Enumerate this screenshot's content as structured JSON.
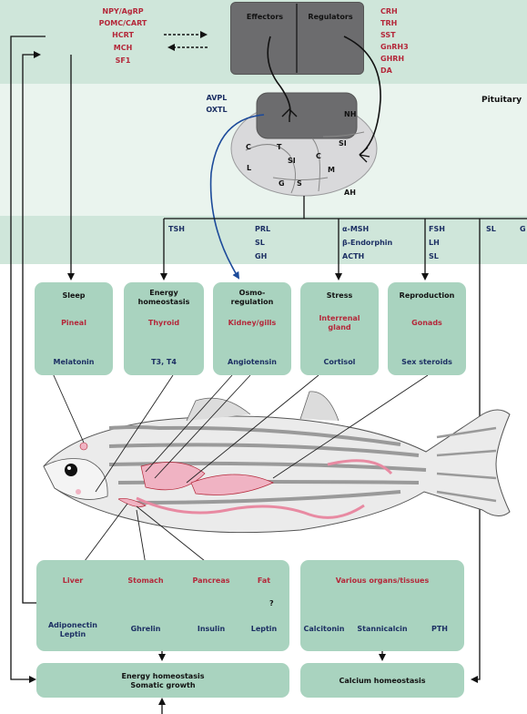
{
  "hypothalamus": {
    "left_factors": [
      "NPY/AgRP",
      "POMC/CART",
      "HCRT",
      "MCH",
      "SF1"
    ],
    "right_factors": [
      "CRH",
      "TRH",
      "SST",
      "GnRH3",
      "GHRH",
      "DA"
    ],
    "effectors_label": "Effectors",
    "regulators_label": "Regulators"
  },
  "pituitary": {
    "title": "Pituitary",
    "neuro_hormones": [
      "AVPL",
      "OXTL"
    ],
    "nh_label": "NH",
    "ah_label": "AH",
    "cell_labels": {
      "C1": "C",
      "T": "T",
      "SI1": "SI",
      "SI2": "SI",
      "C2": "C",
      "L": "L",
      "G": "G",
      "S": "S",
      "M": "M"
    },
    "hormone_groups": {
      "tsh": [
        "TSH"
      ],
      "prl": [
        "PRL",
        "SL",
        "GH"
      ],
      "msh": [
        "α-MSH",
        "β-Endorphin",
        "ACTH"
      ],
      "fsh": [
        "FSH",
        "LH",
        "SL"
      ],
      "sl": [
        "SL"
      ],
      "g_partial": [
        "G"
      ]
    }
  },
  "axes": [
    {
      "title": "Sleep",
      "organ": "Pineal",
      "hormone": "Melatonin"
    },
    {
      "title": "Energy\nhomeostasis",
      "organ": "Thyroid",
      "hormone": "T3, T4"
    },
    {
      "title": "Osmo-\nregulation",
      "organ": "Kidney/gills",
      "hormone": "Angiotensin"
    },
    {
      "title": "Stress",
      "organ": "Interrenal\ngland",
      "hormone": "Cortisol"
    },
    {
      "title": "Reproduction",
      "organ": "Gonads",
      "hormone": "Sex steroids"
    }
  ],
  "peripheral": {
    "organs": [
      "Liver",
      "Stomach",
      "Pancreas",
      "Fat"
    ],
    "hormones": [
      "Adiponectin\nLeptin",
      "Ghrelin",
      "Insulin",
      "Leptin"
    ],
    "fat_question": "?"
  },
  "calcium": {
    "organ_label": "Various organs/tissues",
    "hormones": [
      "Calcitonin",
      "Stannicalcin",
      "PTH"
    ]
  },
  "outcomes": {
    "energy": "Energy homeostasis\nSomatic growth",
    "calcium": "Calcium homeostasis"
  },
  "colors": {
    "band": "#cfe6da",
    "box": "#a9d3bf",
    "navy": "#1c2f63",
    "red": "#b4283a",
    "gland": "#d7d7d9",
    "organ": "#e8a0b4"
  }
}
